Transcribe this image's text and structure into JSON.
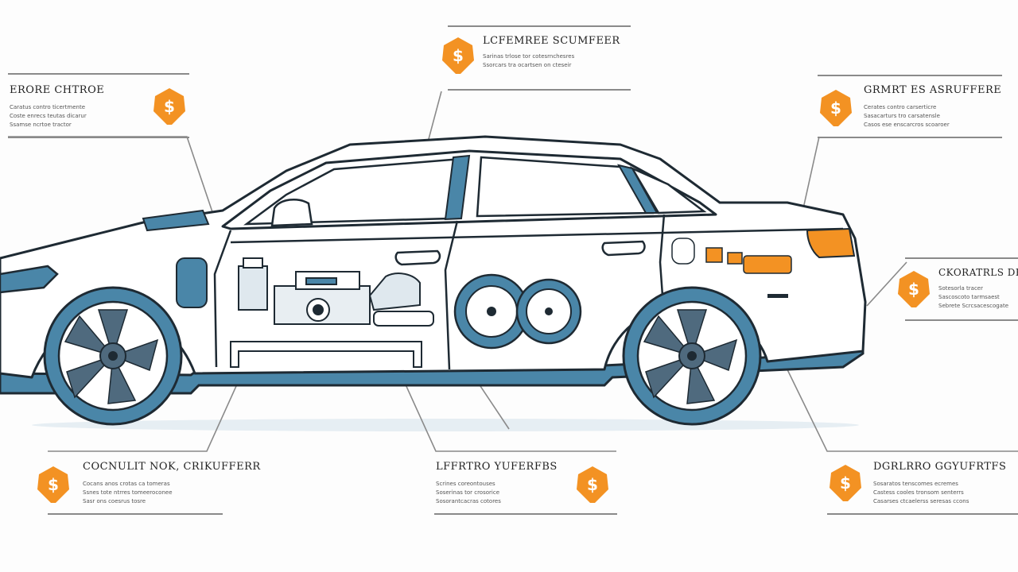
{
  "colors": {
    "outline": "#1e2a33",
    "body": "#ffffff",
    "accent_blue": "#4a86a8",
    "accent_blue_dark": "#2f6585",
    "accent_orange": "#f39223",
    "rule_gray": "#8a8a8a"
  },
  "icon": "dollar-badge-icon",
  "badge_symbol": "$",
  "callouts": [
    {
      "id": "top-left",
      "title": "ERORE CHTROE",
      "lines": [
        "Caratus contro ticertmente",
        "Coste enrecs teutas dicarur",
        "Ssamse ncrtoe tractor"
      ]
    },
    {
      "id": "top-center",
      "title": "LCFEMREE SCUMFEER",
      "lines": [
        "Sarinas trlose tor cotesrnchesres",
        "Ssorcars tra ocartsen on cteseir"
      ]
    },
    {
      "id": "top-right",
      "title": "GRMRT ES ASRUFFERE",
      "lines": [
        "Cerates contro carserticre",
        "Sasacarturs tro carsatensle",
        "Casos ese enscarcros scoaroer"
      ]
    },
    {
      "id": "mid-right",
      "title": "CKORATRLS DE",
      "lines": [
        "Sotesorla tracer",
        "Sascoscoto tarmsaest",
        "Sebrete Scrcsacescogate"
      ]
    },
    {
      "id": "bottom-left",
      "title": "COCNULIT NOK, CRIKUFFERR",
      "lines": [
        "Cocans anos crotas ca tomeras",
        "Ssnes tote ntrres tomeeroconee",
        "Sasr ons coesrus tosre"
      ]
    },
    {
      "id": "bottom-center",
      "title": "LFFRTRO YUFERFBS",
      "lines": [
        "Scrines coreontouses",
        "Soserinas tor crosorice",
        "Sosorantcacras cotores"
      ]
    },
    {
      "id": "bottom-right",
      "title": "DGRLRRO GGYUFRTFS",
      "lines": [
        "Sosaratos tenscomes ecremes",
        "Castess cooles tronsom senterrs",
        "Casarses ctcaelerss seresas ccons"
      ]
    }
  ]
}
